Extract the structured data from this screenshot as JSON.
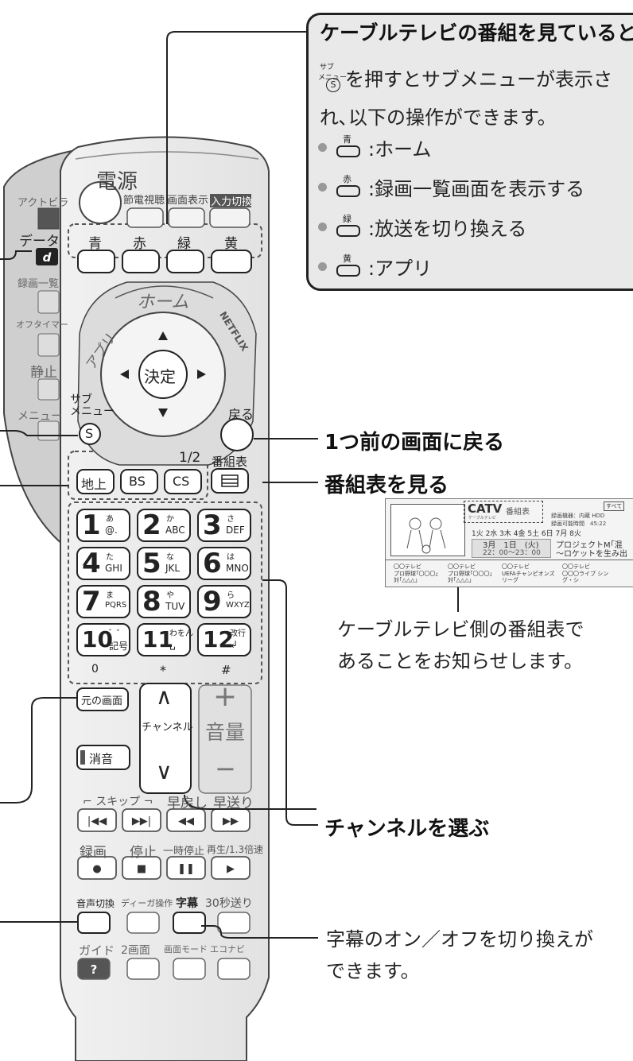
{
  "remote": {
    "power": "電源",
    "eco": "節電視聴",
    "display": "画面表示",
    "input": "入力切換",
    "color_buttons": [
      "青",
      "赤",
      "緑",
      "黄"
    ],
    "side_left": [
      "アクトビラ",
      "データ",
      "録画一覧",
      "オフタイマー",
      "静止",
      "メニュー"
    ],
    "home": "ホーム",
    "apps": "アプリ",
    "netflix": "NETFLIX",
    "ok": "決定",
    "sub_menu": "サブ\nメニュー",
    "sub_s": "S",
    "back": "戻る",
    "page": "1/2",
    "guide_key": "番組表",
    "broadcast": [
      "地上",
      "BS",
      "CS"
    ],
    "numbers": [
      {
        "n": "1",
        "kana": "あ",
        "sub": "@."
      },
      {
        "n": "2",
        "kana": "か",
        "sub": "ABC"
      },
      {
        "n": "3",
        "kana": "さ",
        "sub": "DEF"
      },
      {
        "n": "4",
        "kana": "た",
        "sub": "GHI"
      },
      {
        "n": "5",
        "kana": "な",
        "sub": "JKL"
      },
      {
        "n": "6",
        "kana": "は",
        "sub": "MNO"
      },
      {
        "n": "7",
        "kana": "ま",
        "sub": "PQRS"
      },
      {
        "n": "8",
        "kana": "や",
        "sub": "TUV"
      },
      {
        "n": "9",
        "kana": "ら",
        "sub": "WXYZ"
      },
      {
        "n": "10",
        "kana": "゛゜",
        "sub": "記号"
      },
      {
        "n": "11",
        "kana": "わをん",
        "sub": "␣"
      },
      {
        "n": "12",
        "kana": "改行",
        "sub": "↲"
      }
    ],
    "under_keys": [
      "0",
      "*",
      "#"
    ],
    "prev_screen": "元の画面",
    "channel": "チャンネル",
    "volume": "音量",
    "mute": "消音",
    "skip": "スキップ",
    "rewind": "早戻し",
    "ff": "早送り",
    "rec": "録画",
    "stop": "停止",
    "pause": "一時停止",
    "play": "再生/1.3倍速",
    "row_a": [
      "音声切換",
      "ディーガ操作",
      "字幕",
      "30秒送り"
    ],
    "row_b": [
      "ガイド",
      "2画面",
      "画面モード",
      "エコナビ"
    ]
  },
  "callout": {
    "title": "ケーブルテレビの番組を見ているとき",
    "text1": "を押すとサブメニューが表示さ",
    "text2": "れ､以下の操作ができます。",
    "sub_key_top": "サブ",
    "sub_key_mid": "メニュー",
    "sub_key_s": "S",
    "items": [
      {
        "key": "青",
        "text": ":ホーム"
      },
      {
        "key": "赤",
        "text": ":録画一覧画面を表示する"
      },
      {
        "key": "緑",
        "text": ":放送を切り換える"
      },
      {
        "key": "黄",
        "text": ":アプリ"
      }
    ]
  },
  "labels": {
    "back": "1つ前の画面に戻る",
    "guide": "番組表を見る",
    "epg_note_1": "ケーブルテレビ側の番組表で",
    "epg_note_2": "あることをお知らせします。",
    "channel": "チャンネルを選ぶ",
    "subtitle_1": "字幕のオン／オフを切り換えが",
    "subtitle_2": "できます。"
  },
  "epg": {
    "catv": "CATV",
    "catv_sub": "番組表",
    "catv_small": "ケーブルテレビ",
    "recorder": "録画機器：内蔵 HDD",
    "rec_time": "録画可能時間　45:22",
    "all": "すべて",
    "days": "1火 2水 3木 4金 5土 6日 7月 8火",
    "date": "3月　1日　(火)",
    "time": "22：00〜23：00",
    "prog1": "プロジェクトM｢混",
    "prog2": "〜ロケットを生み出",
    "ch_names": [
      "〇〇テレビ",
      "〇〇テレビ",
      "〇〇テレビ",
      "〇〇テレビ"
    ],
    "cells": [
      "プロ野球｢〇〇〇｣対｢△△△｣",
      "プロ野球｢〇〇〇｣対｢△△△｣",
      "UEFAチャンピオンズリーグ",
      "〇〇〇ライブ シング・シ"
    ]
  },
  "colors": {
    "accent": "#333333",
    "button_fill": "#ffffff",
    "remote_body": "#e6e6e6",
    "callout_bg": "#e9e9e9"
  }
}
